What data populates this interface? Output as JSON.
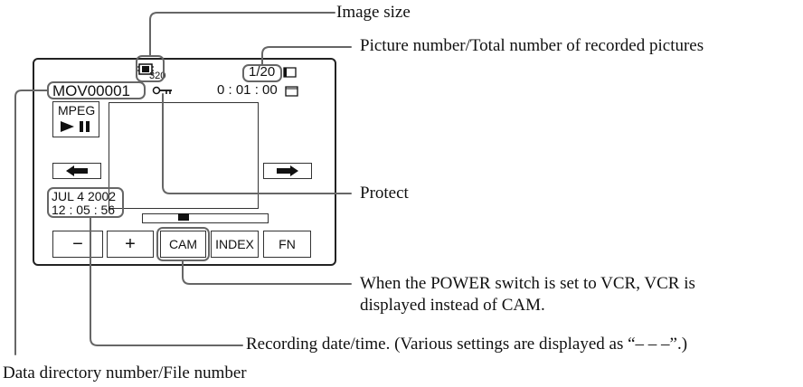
{
  "screen": {
    "image_size_value": "320",
    "picture_counter": "1/20",
    "file_name": "MOV00001",
    "time_code": "0 : 01 : 00",
    "mpeg_label": "MPEG",
    "play_pause_glyph": "► ▌▌",
    "date": "JUL 4 2002",
    "time": "12 : 05 : 56",
    "buttons": {
      "minus": "−",
      "plus": "+",
      "cam": "CAM",
      "index": "INDEX",
      "fn": "FN"
    }
  },
  "callouts": {
    "image_size": "Image size",
    "picture_number": "Picture number/Total number of recorded pictures",
    "protect": "Protect",
    "power_switch_line1": "When the POWER switch is set to VCR, VCR is",
    "power_switch_line2": "displayed instead of CAM.",
    "recording_date": "Recording date/time. (Various settings are displayed as “– – –”.)",
    "data_directory": "Data directory number/File number"
  },
  "icons": [
    "image-size-icon",
    "memory-card-icon",
    "tape-icon",
    "protect-key-icon",
    "prev-arrow-icon",
    "next-arrow-icon",
    "play-pause-icon"
  ],
  "colors": {
    "leader": "#666666",
    "text": "#111111"
  }
}
